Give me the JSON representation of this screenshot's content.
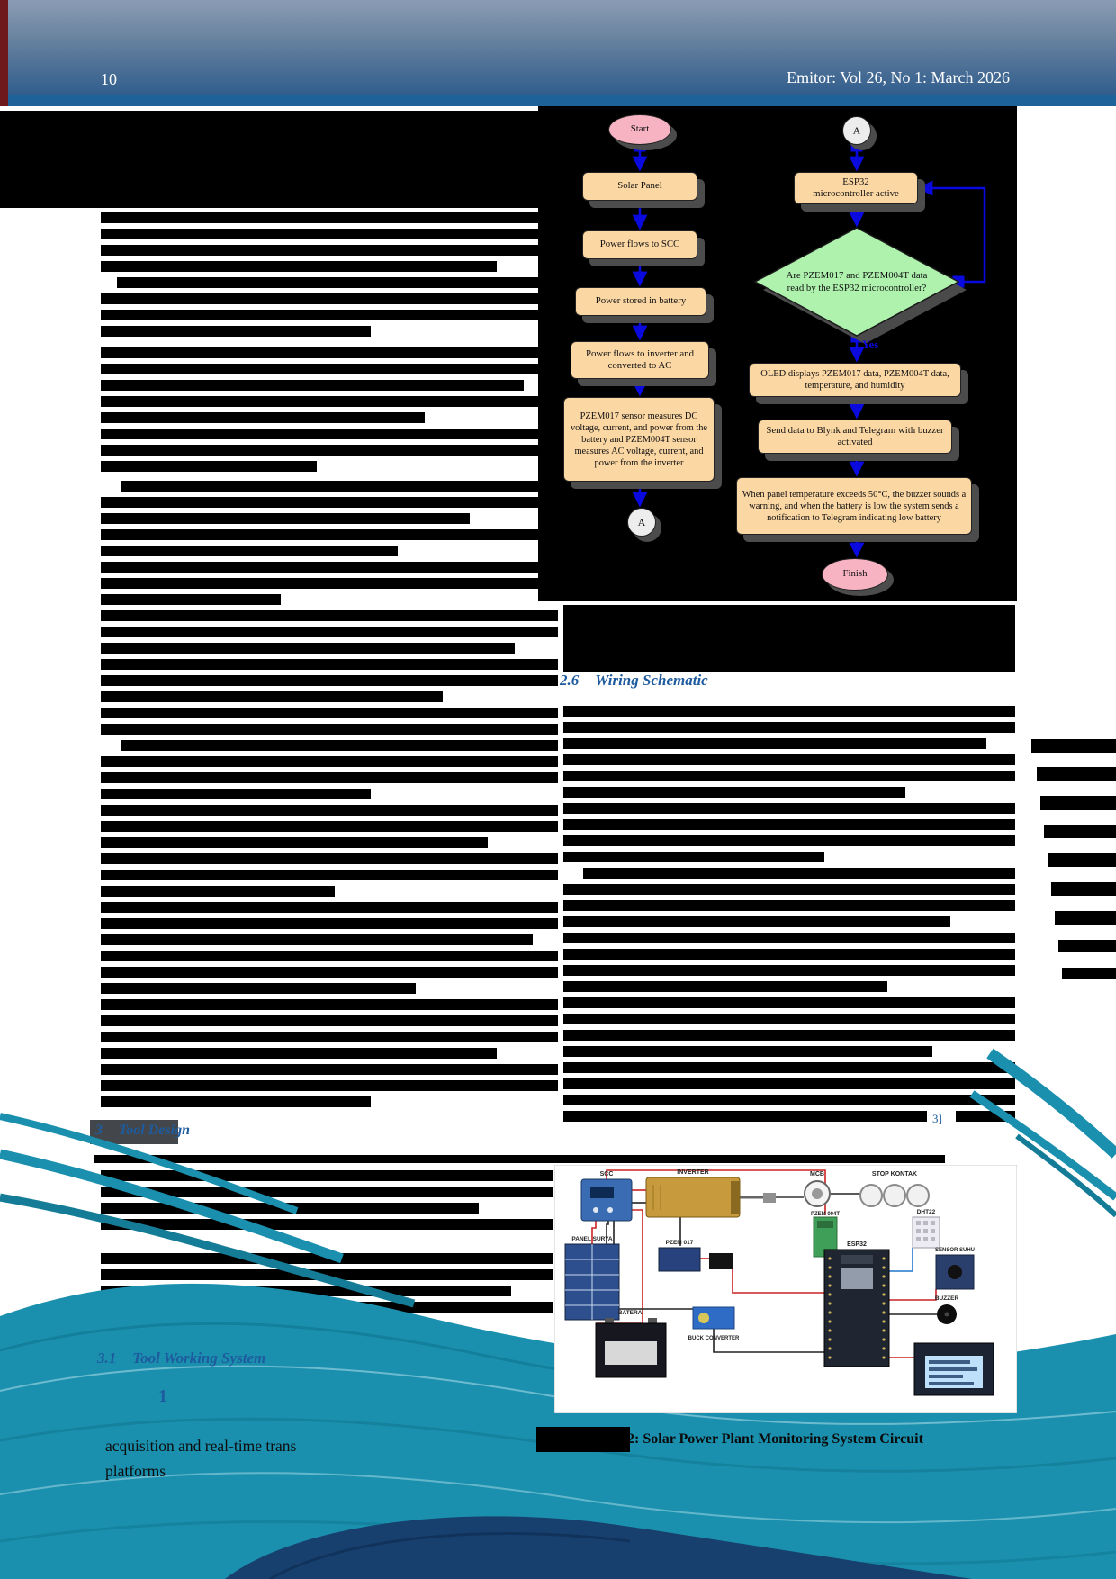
{
  "header": {
    "page_number": "10",
    "journal_title": "Emitor: Vol 26, No 1: March 2026"
  },
  "flowchart": {
    "start": "Start",
    "connector": "A",
    "solar": "Solar Panel",
    "scc": "Power flows to SCC",
    "battery": "Power stored in battery",
    "inverter": "Power flows to inverter and converted to AC",
    "sensors": "PZEM017 sensor measures DC voltage, current, and power from the battery and PZEM004T sensor measures AC voltage, current, and power from the inverter",
    "esp32_1": "ESP32",
    "esp32_2": "microcontroller active",
    "decision": "Are PZEM017 and PZEM004T data read by the ESP32 microcontroller?",
    "yes": "Yes",
    "oled": "OLED displays PZEM017 data, PZEM004T data, temperature, and humidity",
    "send": "Send data to Blynk and Telegram with buzzer activated",
    "alert": "When panel temperature exceeds 50°C, the buzzer sounds a warning, and when the battery is low the system sends a notification to Telegram indicating low battery",
    "finish": "Finish"
  },
  "sections": {
    "wiring_number": "2.6",
    "wiring_title": "Wiring Schematic",
    "tool_number": "3",
    "tool_title": "Tool Design",
    "working_number": "3.1",
    "working_title": "Tool Working System"
  },
  "fragments": {
    "citation": "3]",
    "list_marker": "1",
    "body_line_1": "acquisition and real-time trans",
    "body_line_2": "platforms"
  },
  "figure": {
    "caption": "Figure 2: Solar Power Plant Monitoring System Circuit",
    "components": [
      "SCC",
      "INVERTER",
      "MCB",
      "STOP KONTAK",
      "PZEM 004T",
      "PANEL SURYA",
      "PZEM 017",
      "BUCK CONVERTER",
      "BATERAI",
      "ESP32",
      "DHT22",
      "SENSOR SUHU",
      "BUZZER",
      "OLED"
    ]
  }
}
